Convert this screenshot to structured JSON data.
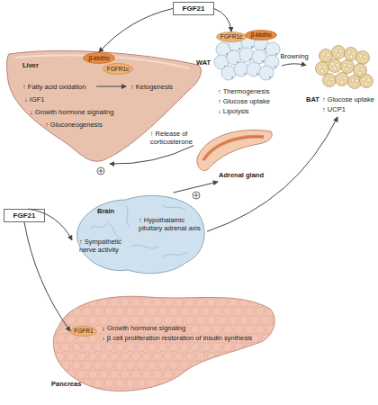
{
  "diagram": {
    "nodes": [
      {
        "text": [
          "FGF21"
        ]
      },
      {
        "text": [
          "Liver",
          "↑ Fatty acid oxidation",
          "↑ Ketogenesis",
          "↓ IGF1",
          "↓ Growth hormone signaling",
          "↑ Gluconeogenesis"
        ]
      },
      {
        "text": [
          "β-klotho"
        ],
        "in": 1
      },
      {
        "text": [
          "FGFR1c"
        ],
        "in": 1
      },
      {
        "text": [
          "WAT",
          "↑ Thermogenesis",
          "↑ Glucose uptake",
          "↓ Lipolysis"
        ]
      },
      {
        "text": [
          "FGFR1c"
        ],
        "in": 4
      },
      {
        "text": [
          "β-klotho"
        ],
        "in": 4
      },
      {
        "text": [
          "BAT",
          "↑ Glucose uptake",
          "↑ UCP1"
        ]
      },
      {
        "text": [
          "Adrenal gland"
        ]
      },
      {
        "text": [
          "Brain",
          "↑ Hypothalamic pituitary adrenal axis",
          "↑ Sympathetic nerve activity"
        ]
      },
      {
        "text": [
          "FGF21"
        ]
      },
      {
        "text": [
          "↓ Growth hormone signaling",
          "↓ β cell proliferation restoration of insulin synthesis",
          "Pancreas"
        ]
      },
      {
        "text": [
          "FGFR1"
        ],
        "in": 11
      }
    ],
    "edges": [
      {
        "from": 0,
        "to": 2,
        "arrow": "to"
      },
      {
        "from": 0,
        "to": 5,
        "arrow": "to"
      },
      {
        "from": 4,
        "to": 7,
        "label": "Browning",
        "arrow": "to"
      },
      {
        "from": 8,
        "to": 1,
        "label": "↑ Release of corticosterone",
        "arrow": "to"
      },
      {
        "from": 9,
        "to": 8,
        "arrow": "to"
      },
      {
        "from": 9,
        "to": 7,
        "arrow": "to"
      },
      {
        "from": 10,
        "to": 9,
        "arrow": "to"
      },
      {
        "from": 10,
        "to": 12,
        "arrow": "to"
      }
    ]
  }
}
